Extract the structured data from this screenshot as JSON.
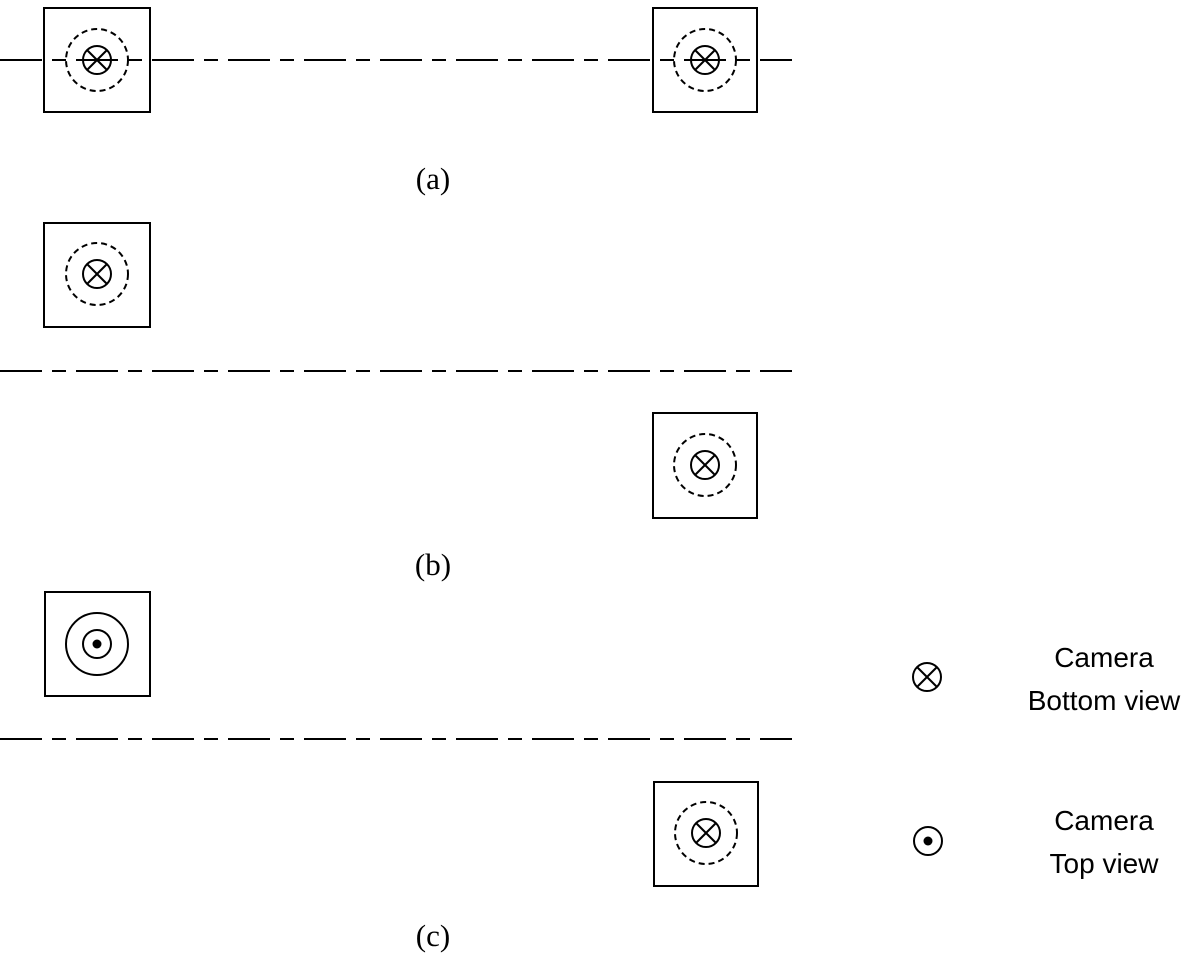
{
  "panels": [
    {
      "label": "(a)",
      "cameras": [
        "camera-bottom-view",
        "camera-bottom-view"
      ]
    },
    {
      "label": "(b)",
      "cameras": [
        "camera-bottom-view",
        "camera-bottom-view"
      ]
    },
    {
      "label": "(c)",
      "cameras": [
        "camera-top-view",
        "camera-bottom-view"
      ]
    }
  ],
  "legend": {
    "bottom": {
      "icon": "camera-bottom-view-icon",
      "line1": "Camera",
      "line2": "Bottom view"
    },
    "top": {
      "icon": "camera-top-view-icon",
      "line1": "Camera",
      "line2": "Top view"
    }
  },
  "colors": {
    "ink": "#000000",
    "background": "#ffffff"
  }
}
